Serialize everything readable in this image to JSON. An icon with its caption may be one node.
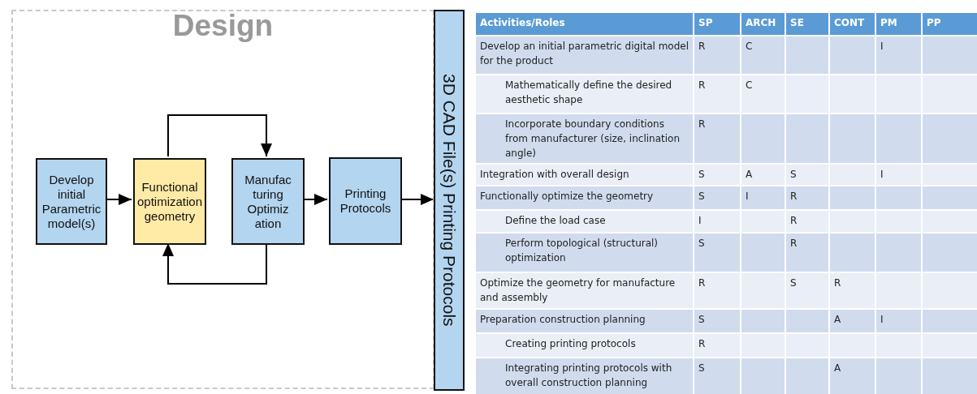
{
  "diagram": {
    "nodes": [
      {
        "text": [
          "Design"
        ]
      },
      {
        "text": [
          "Develop initial Parametric model(s)"
        ],
        "in": 0
      },
      {
        "text": [
          "Functional optimization geometry"
        ],
        "in": 0
      },
      {
        "text": [
          "Manufac turing Optimiz ation"
        ],
        "in": 0
      },
      {
        "text": [
          "Printing Protocols"
        ],
        "in": 0
      },
      {
        "text": [
          "3D CAD File(s) Printing Protocols"
        ]
      }
    ],
    "edges": [
      {
        "from": 1,
        "to": 2,
        "arrow": "to"
      },
      {
        "from": 2,
        "to": 3,
        "arrow": "to"
      },
      {
        "from": 3,
        "to": 2,
        "arrow": "to"
      },
      {
        "from": 3,
        "to": 4,
        "arrow": "to"
      },
      {
        "from": 4,
        "to": 5,
        "arrow": "to"
      }
    ],
    "labels": [
      "Activities/Roles",
      "SP",
      "ARCH",
      "SE",
      "CONT",
      "PM",
      "PP",
      "Develop an initial parametric digital model for the product",
      "R",
      "C",
      "I",
      "Mathematically define the desired aesthetic shape",
      "R",
      "C",
      "Incorporate boundary conditions from manufacturer (size, inclination angle)",
      "R",
      "Integration with overall design",
      "S",
      "A",
      "S",
      "I",
      "Functionally optimize the geometry",
      "S",
      "I",
      "R",
      "Define the load case",
      "I",
      "R",
      "Perform topological (structural) optimization",
      "S",
      "R",
      "Optimize the geometry for manufacture and assembly",
      "R",
      "S",
      "R",
      "Preparation construction planning",
      "S",
      "A",
      "I",
      "Creating printing protocols",
      "R",
      "Integrating printing protocols with overall construction planning",
      "S",
      "A"
    ]
  }
}
